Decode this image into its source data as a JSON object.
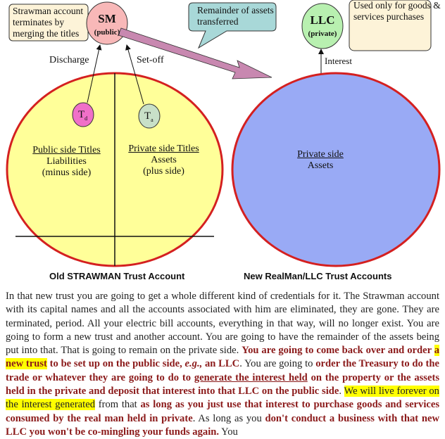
{
  "diagram": {
    "strawman_note": "Strawman account terminates by merging the titles",
    "sm_title": "SM",
    "sm_sub": "(public)",
    "remainder_callout": "Remainder of assets transferred",
    "llc_title": "LLC",
    "llc_sub": "(private)",
    "used_note": "Used only for goods & services purchases",
    "discharge": "Discharge",
    "setoff": "Set-off",
    "interest": "Interest",
    "td": "T",
    "td_sub": "d",
    "ta": "T",
    "ta_sub": "a",
    "public_titles": "Public side Titles",
    "liabilities": "Liabilities",
    "minus_side": "(minus side)",
    "private_titles": "Private side Titles",
    "assets_left": "Assets",
    "plus_side": "(plus side)",
    "private_side": "Private side",
    "assets_right": "Assets",
    "caption_old": "Old STRAWMAN Trust Account",
    "caption_new": "New RealMan/LLC Trust Accounts",
    "colors": {
      "yellow": "#ffff99",
      "blue": "#99aaf5",
      "red": "#d42020",
      "arrow": "#c888b0",
      "sm": "#f8b8b8",
      "llc": "#b8f0b0",
      "td": "#f070c8",
      "ta": "#c8e0c8",
      "note": "#fdf3d8",
      "callout": "#a8d8d8"
    }
  },
  "paragraph": {
    "p1": "In that new trust you are going to get a whole different kind of credentials for it. The Strawman account with its capital names and all the accounts associated with him are eliminated, they are gone. They are terminated, period. All your electric bill accounts, everything in that way, will no longer exist. You are going to form a new trust and another account. You are going to have the remainder of the assets being put into that. That is going to remain on the private side. ",
    "b1": "You are going to come back over and order ",
    "h1": "a new trust",
    "b2": " to be set up on the public side, ",
    "b2i": "e.g.,",
    "b3": " an LLC",
    "p2": ". You are going to ",
    "b4": "order the Treasury to do the trade or whatever they are going to do to ",
    "b4u": "generate the interest held",
    "b5": " on the property or the assets held in the private and deposit that interest into that LLC on the public side",
    "p3": ". ",
    "h2": "We will live forever on the interest generated",
    "p4": " from that ",
    "b6": "as long as you just use that interest to purchase goods and services consumed by the real man held in private",
    "p5": ". As long as you ",
    "b7": "don't conduct a business with that new LLC you won't be co-mingling your funds  again.",
    "p6": " You"
  }
}
